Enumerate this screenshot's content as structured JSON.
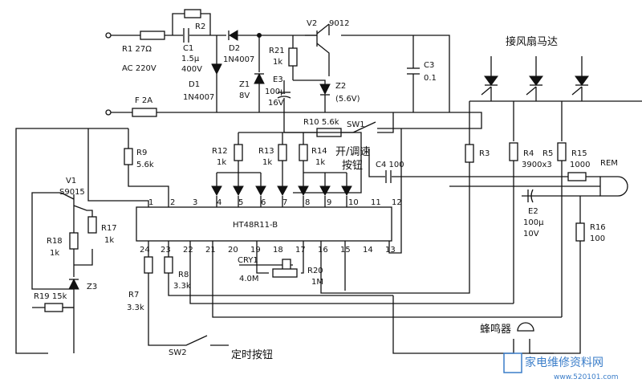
{
  "labels": {
    "r1": "R1  27Ω",
    "ac": "AC  220V",
    "c1": "C1",
    "c1_val": "1.5μ",
    "c1_v": "400V",
    "r2": "R2",
    "d2": "D2",
    "d2_val": "1N4007",
    "d1": "D1",
    "d1_val": "1N4007",
    "r21": "R21",
    "r21_val": "1k",
    "z1": "Z1",
    "z1_val": "8V",
    "e3": "E3",
    "e3_val": "100μ",
    "e3_v": "16V",
    "v2": "V2",
    "v2_val": "9012",
    "z2": "Z2",
    "z2_val": "(5.6V)",
    "c3": "C3",
    "c3_val": "0.1",
    "fan": "接风扇马达",
    "f": "F  2A",
    "r10": "R10  5.6k",
    "sw1": "SW1",
    "onoff": "开/调速",
    "onoff2": "按钮",
    "c4": "C4  100",
    "r9": "R9",
    "r9_val": "5.6k",
    "r12": "R12",
    "r12_val": "1k",
    "r13": "R13",
    "r13_val": "1k",
    "r14": "R14",
    "r14_val": "1k",
    "r3": "R3",
    "r4": "R4",
    "r5": "R5",
    "r45_val": "3900x3",
    "r15": "R15",
    "r15_val": "1000",
    "rem": "REM",
    "v1": "V1",
    "v1_val": "S9015",
    "r17": "R17",
    "r17_val": "1k",
    "r18": "R18",
    "r18_val": "1k",
    "z3": "Z3",
    "r19": "R19  15k",
    "ic": "HT48R11-B",
    "e2": "E2",
    "e2_val": "100μ",
    "e2_v": "10V",
    "r16": "R16",
    "r16_val": "100",
    "r8": "R8",
    "r8_val": "3.3k",
    "cry": "CRY1",
    "cry_val": "4.0M",
    "r20": "R20",
    "r20_val": "1M",
    "r7": "R7",
    "r7_val": "3.3k",
    "sw2": "SW2",
    "timer": "定时按钮",
    "buzzer": "蜂鸣器",
    "watermark": "家电维修资料网",
    "watermark_url": "www.520101.com"
  },
  "pins": {
    "p1": "1",
    "p2": "2",
    "p3": "3",
    "p4": "4",
    "p5": "5",
    "p6": "6",
    "p7": "7",
    "p8": "8",
    "p9": "9",
    "p10": "10",
    "p11": "11",
    "p12": "12",
    "p13": "13",
    "p14": "14",
    "p15": "15",
    "p16": "16",
    "p17": "17",
    "p18": "18",
    "p19": "19",
    "p20": "20",
    "p21": "21",
    "p22": "22",
    "p23": "23",
    "p24": "24"
  },
  "colors": {
    "ink": "#111111",
    "watermark": "#3a7dc9"
  }
}
